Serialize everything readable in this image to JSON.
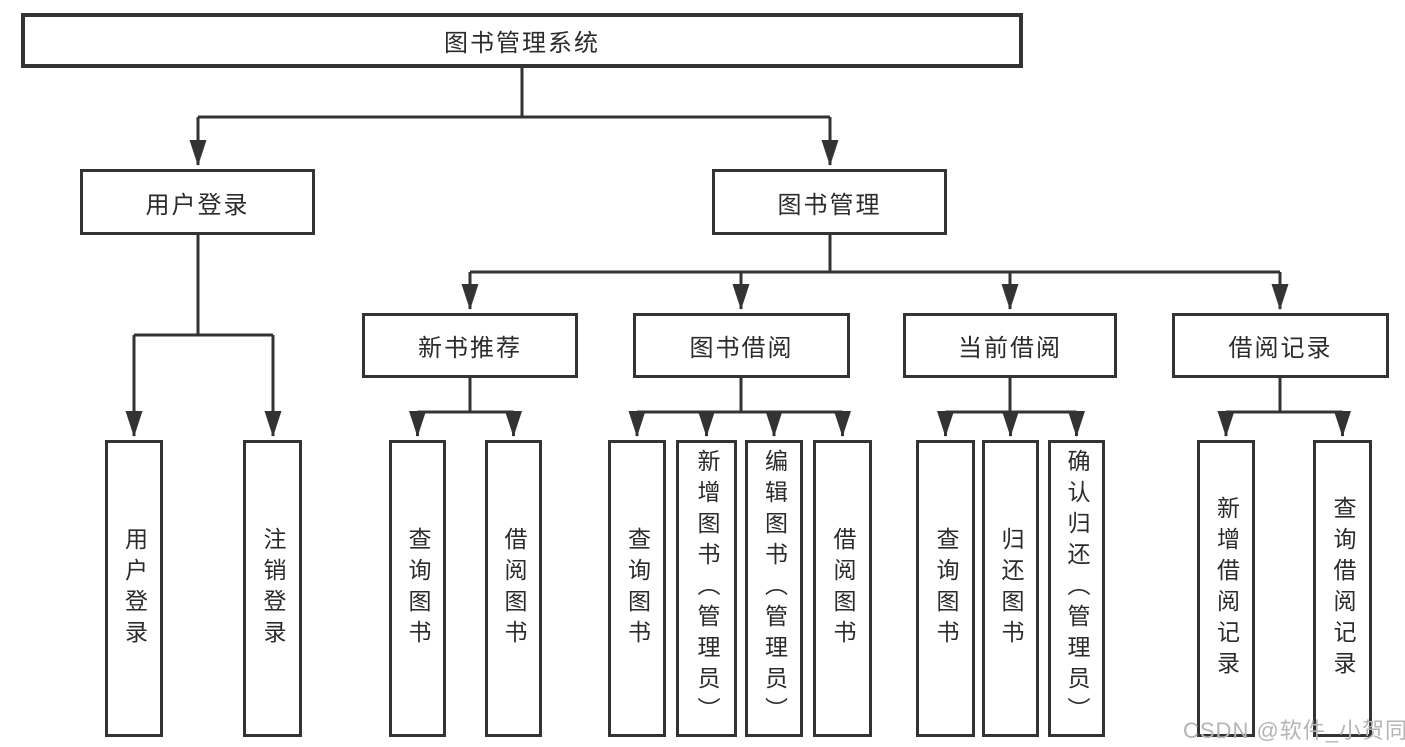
{
  "diagram": {
    "root": {
      "label": "图书管理系统",
      "children": [
        {
          "label": "用户登录",
          "children": [
            {
              "label": "用户登录"
            },
            {
              "label": "注销登录"
            }
          ]
        },
        {
          "label": "图书管理",
          "children": [
            {
              "label": "新书推荐",
              "children": [
                {
                  "label": "查询图书"
                },
                {
                  "label": "借阅图书"
                }
              ]
            },
            {
              "label": "图书借阅",
              "children": [
                {
                  "label": "查询图书"
                },
                {
                  "label": "新增图书（管理员）"
                },
                {
                  "label": "编辑图书（管理员）"
                },
                {
                  "label": "借阅图书"
                }
              ]
            },
            {
              "label": "当前借阅",
              "children": [
                {
                  "label": "查询图书"
                },
                {
                  "label": "归还图书"
                },
                {
                  "label": "确认归还（管理员）"
                }
              ]
            },
            {
              "label": "借阅记录",
              "children": [
                {
                  "label": "新增借阅记录"
                },
                {
                  "label": "查询借阅记录"
                }
              ]
            }
          ]
        }
      ]
    }
  },
  "watermark": {
    "text": "CSDN @软件_小贺同学"
  },
  "colors": {
    "line": "#333333",
    "box_border": "#333333",
    "box_background": "#ffffff",
    "text": "#2b2b2b",
    "watermark": "#b5b5b5",
    "page_background": "#ffffff"
  }
}
